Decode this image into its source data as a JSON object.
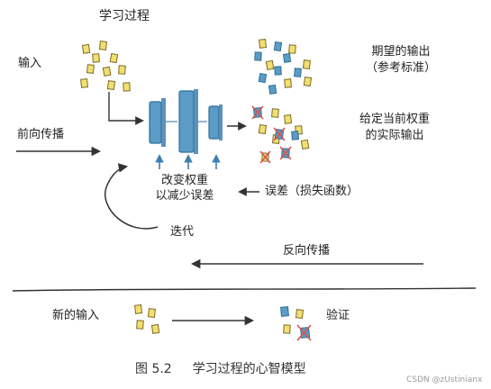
{
  "labels": {
    "title": "学习过程",
    "input": "输入",
    "forward": "前向传播",
    "expected_line1": "期望的输出",
    "expected_line2": "（参考标准）",
    "actual_line1": "给定当前权重",
    "actual_line2": "的实际输出",
    "adjust_line1": "改变权重",
    "adjust_line2": "以减少误差",
    "error": "误差（损失函数）",
    "iterate": "迭代",
    "backward": "反向传播",
    "new_input": "新的输入",
    "verify": "验证"
  },
  "caption": {
    "figure_number": "图 5.2",
    "text": "学习过程的心智模型"
  },
  "watermark": "CSDN @zUstinianx",
  "colors": {
    "note_fill": "#f2df6f",
    "note_stroke": "#7a6a2a",
    "blue_fill": "#5b9cc7",
    "blue_dark": "#2f6f98",
    "error_red": "#d9534f",
    "arrow": "#333333",
    "up_arrow": "#3f7fb0"
  }
}
